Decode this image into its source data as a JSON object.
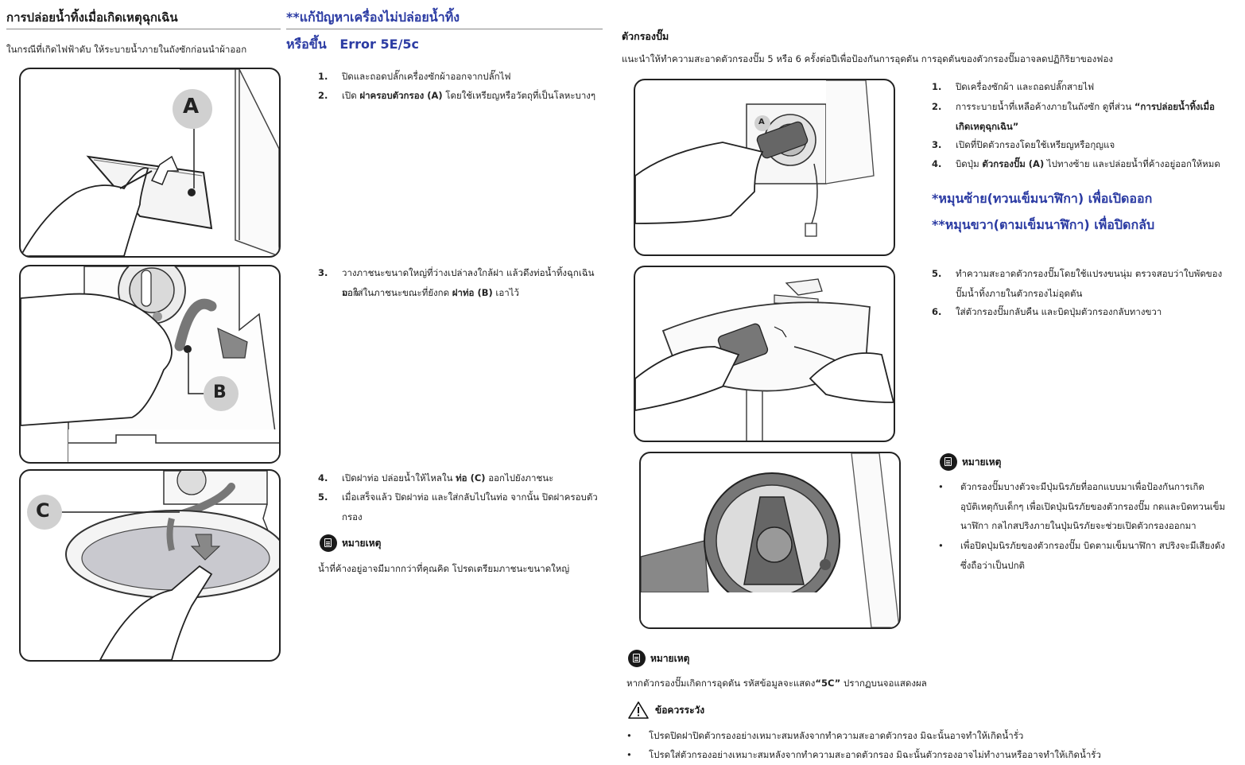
{
  "left_section": {
    "title": "การปล่อยน้ำทิ้งเมื่อเกิดเหตุฉุกเฉิน",
    "intro": "ในกรณีที่เกิดไฟฟ้าดับ ให้ระบายน้ำภายในถังซักก่อนนำผ้าออก",
    "callouts": {
      "a": "A",
      "b": "B",
      "c": "C"
    }
  },
  "middle_section": {
    "heading_line1": "**แก้ปัญหาเครื่องไม่ปล่อยน้ำทิ้ง",
    "heading_line2_prefix": "หรือขึ้น",
    "heading_line2_code": "Error 5E/5c",
    "steps": [
      {
        "num": "1.",
        "lines": [
          "ปิดและถอดปลั๊กเครื่องซักผ้าออกจากปลั๊กไฟ"
        ]
      },
      {
        "num": "2.",
        "pre": "เปิด ",
        "bold": "ฝาครอบตัวกรอง (A)",
        "post": " โดยใช้เหรียญหรือวัตถุที่เป็นโลหะบางๆ"
      },
      {
        "num": "3.",
        "line1": "วางภาชนะขนาดใหญ่ที่ว่างเปล่าลงใกล้ฝา แล้วดึงท่อน้ำทิ้งฉุกเฉินออก",
        "line2_pre": "มาใส่ในภาชนะขณะที่ยังกด ",
        "line2_bold": "ฝาท่อ (B)",
        "line2_post": " เอาไว้"
      },
      {
        "num": "4.",
        "pre": "เปิดฝาท่อ ปล่อยน้ำให้ไหลใน ",
        "bold": "ท่อ (C)",
        "post": " ออกไปยังภาชนะ"
      },
      {
        "num": "5.",
        "line1": "เมื่อเสร็จแล้ว ปิดฝาท่อ และใส่กลับไปในท่อ จากนั้น ปิดฝาครอบตัว",
        "line2": "กรอง"
      }
    ],
    "note_title": "หมายเหตุ",
    "note_text": "น้ำที่ค้างอยู่อาจมีมากกว่าที่คุณคิด โปรดเตรียมภาชนะขนาดใหญ่"
  },
  "right_section": {
    "title": "ตัวกรองปั๊ม",
    "intro": "แนะนำให้ทำความสะอาดตัวกรองปั๊ม 5 หรือ 6 ครั้งต่อปีเพื่อป้องกันการอุดตัน การอุดตันของตัวกรองปั๊มอาจลดปฏิกิริยาของฟอง",
    "callout_a": "A",
    "steps": [
      {
        "num": "1.",
        "text": "ปิดเครื่องซักผ้า และถอดปลั๊กสายไฟ"
      },
      {
        "num": "2.",
        "line1_pre": "การระบายน้ำที่เหลือค้างภายในถังซัก ดูที่ส่วน ",
        "line1_bold": "“การปล่อยน้ำทิ้งเมื่อ",
        "line2_bold": "เกิดเหตุฉุกเฉิน”"
      },
      {
        "num": "3.",
        "text": "เปิดที่ปิดตัวกรองโดยใช้เหรียญหรือกุญแจ"
      },
      {
        "num": "4.",
        "pre": "บิดปุ่ม ",
        "bold": "ตัวกรองปั๊ม (A)",
        "post": " ไปทางซ้าย และปล่อยน้ำที่ค้างอยู่ออกให้หมด"
      },
      {
        "num": "5.",
        "line1": "ทำความสะอาดตัวกรองปั๊มโดยใช้แปรงขนนุ่ม ตรวจสอบว่าใบพัดของ",
        "line2": "ปั๊มน้ำทิ้งภายในตัวกรองไม่อุดตัน"
      },
      {
        "num": "6.",
        "text": "ใส่ตัวกรองปั๊มกลับคืน และบิดปุ่มตัวกรองกลับทางขวา"
      }
    ],
    "turn_left": "*หมุนซ้าย(ทวนเข็มนาฬิกา) เพื่อเปิดออก",
    "turn_right": "**หมุนขวา(ตามเข็มนาฬิกา) เพื่อปิดกลับ",
    "note1_title": "หมายเหตุ",
    "note1_bullets": [
      {
        "dot": "•",
        "lines": [
          "ตัวกรองปั๊มบางตัวจะมีปุ่มนิรภัยที่ออกแบบมาเพื่อป้องกันการเกิด",
          "อุบัติเหตุกับเด็กๆ เพื่อเปิดปุ่มนิรภัยของตัวกรองปั๊ม กดและบิดทวนเข็ม",
          "นาฬิกา กลไกสปริงภายในปุ่มนิรภัยจะช่วยเปิดตัวกรองออกมา"
        ]
      },
      {
        "dot": "•",
        "lines": [
          "เพื่อปิดปุ่มนิรภัยของตัวกรองปั๊ม บิดตามเข็มนาฬิกา สปริงจะมีเสียงดัง",
          "ซึ่งถือว่าเป็นปกติ"
        ]
      }
    ],
    "note2_title": "หมายเหตุ",
    "note2_pre": "หากตัวกรองปั๊มเกิดการอุดตัน รหัสข้อมูลจะแสดง",
    "note2_bold": "“5C”",
    "note2_post": " ปรากฏบนจอแสดงผล",
    "caution_title": "ข้อควรระวัง",
    "caution_bullets": [
      {
        "dot": "•",
        "text": "โปรดปิดฝาปิดตัวกรองอย่างเหมาะสมหลังจากทำความสะอาดตัวกรอง มิฉะนั้นอาจทำให้เกิดน้ำรั่ว"
      },
      {
        "dot": "•",
        "text": "โปรดใส่ตัวกรองอย่างเหมาะสมหลังจากทำความสะอาดตัวกรอง มิฉะนั้นตัวกรองอาจไม่ทำงานหรืออาจทำให้เกิดน้ำรั่ว"
      }
    ]
  }
}
